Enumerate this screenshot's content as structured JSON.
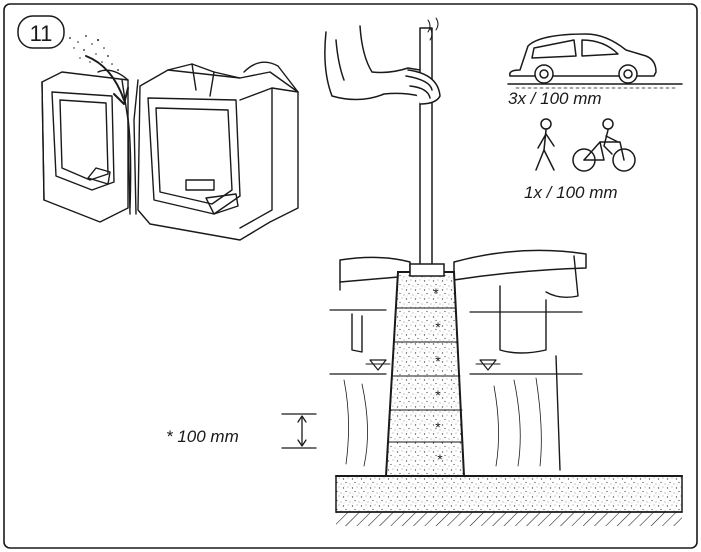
{
  "step": {
    "number": "11"
  },
  "traffic": {
    "car": {
      "label": "3x / 100 mm"
    },
    "pedestrian": {
      "label": "1x / 100 mm"
    }
  },
  "layer": {
    "label": "* 100 mm"
  },
  "marker": "*",
  "colors": {
    "ink": "#1a1a1a",
    "paper": "#ffffff",
    "fill": "#d6d6d6"
  }
}
